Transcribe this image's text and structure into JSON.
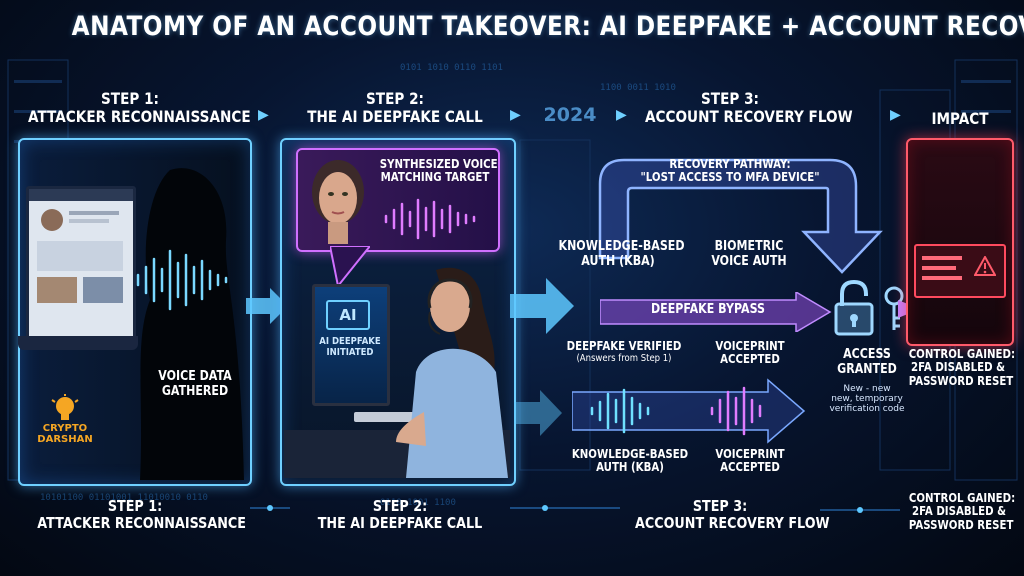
{
  "title": "ANATOMY OF AN ACCOUNT TAKEOVER: AI DEEPFAKE + ACCOUNT RECOVERY FLOW",
  "year": "2024",
  "step1": {
    "header_line1": "STEP 1:",
    "header_line2": "ATTACKER RECONNAISSANCE",
    "caption_line1": "VOICE DATA",
    "caption_line2": "GATHERED"
  },
  "step2": {
    "header_line1": "STEP 2:",
    "header_line2": "THE AI DEEPFAKE CALL",
    "bubble_line1": "SYNTHESIZED VOICE",
    "bubble_line2": "MATCHING TARGET",
    "monitor_ai": "AI",
    "monitor_line1": "AI DEEPFAKE",
    "monitor_line2": "INITIATED"
  },
  "step3": {
    "header_line1": "STEP 3:",
    "header_line2": "ACCOUNT RECOVERY FLOW",
    "pathway_line1": "RECOVERY PATHWAY:",
    "pathway_line2": "\"LOST ACCESS TO MFA DEVICE\"",
    "kba_line1": "KNOWLEDGE-BASED",
    "kba_line2": "AUTH (KBA)",
    "bio_line1": "BIOMETRIC",
    "bio_line2": "VOICE AUTH",
    "bypass": "DEEPFAKE BYPASS",
    "verified_line1": "DEEPFAKE VERIFIED",
    "verified_line2": "(Answers from Step 1)",
    "voiceprint_line1": "VOICEPRINT",
    "voiceprint_line2": "ACCEPTED",
    "kba2_line1": "KNOWLEDGE-BASED",
    "kba2_line2": "AUTH (KBA)",
    "voiceprint2_line1": "VOICEPRINT",
    "voiceprint2_line2": "ACCEPTED",
    "access_line1": "ACCESS",
    "access_line2": "GRANTED",
    "access_note_line1": "New - new",
    "access_note_line2": "new, temporary",
    "access_note_line3": "verification code"
  },
  "impact": {
    "header": "IMPACT",
    "line1": "CONTROL GAINED:",
    "line2": "2FA DISABLED &",
    "line3": "PASSWORD RESET"
  },
  "footer": {
    "step1_line1": "STEP 1:",
    "step1_line2": "ATTACKER RECONNAISSANCE",
    "step2_line1": "STEP 2:",
    "step2_line2": "THE AI DEEPFAKE CALL",
    "step3_line1": "STEP 3:",
    "step3_line2": "ACCOUNT RECOVERY FLOW",
    "impact_line1": "CONTROL GAINED:",
    "impact_line2": "2FA DISABLED &",
    "impact_line3": "PASSWORD RESET"
  },
  "logo": {
    "line1": "CRYPTO",
    "line2": "DARSHAN"
  },
  "colors": {
    "cyan": "#6fd0ff",
    "magenta": "#e070ff",
    "red": "#ff4a5e",
    "logo_orange": "#f5a623"
  },
  "icons": [
    "unlock-icon",
    "key-icon",
    "warning-icon",
    "arrow-right-icon",
    "soundwave-icon",
    "headset-icon",
    "ai-chip-icon"
  ]
}
